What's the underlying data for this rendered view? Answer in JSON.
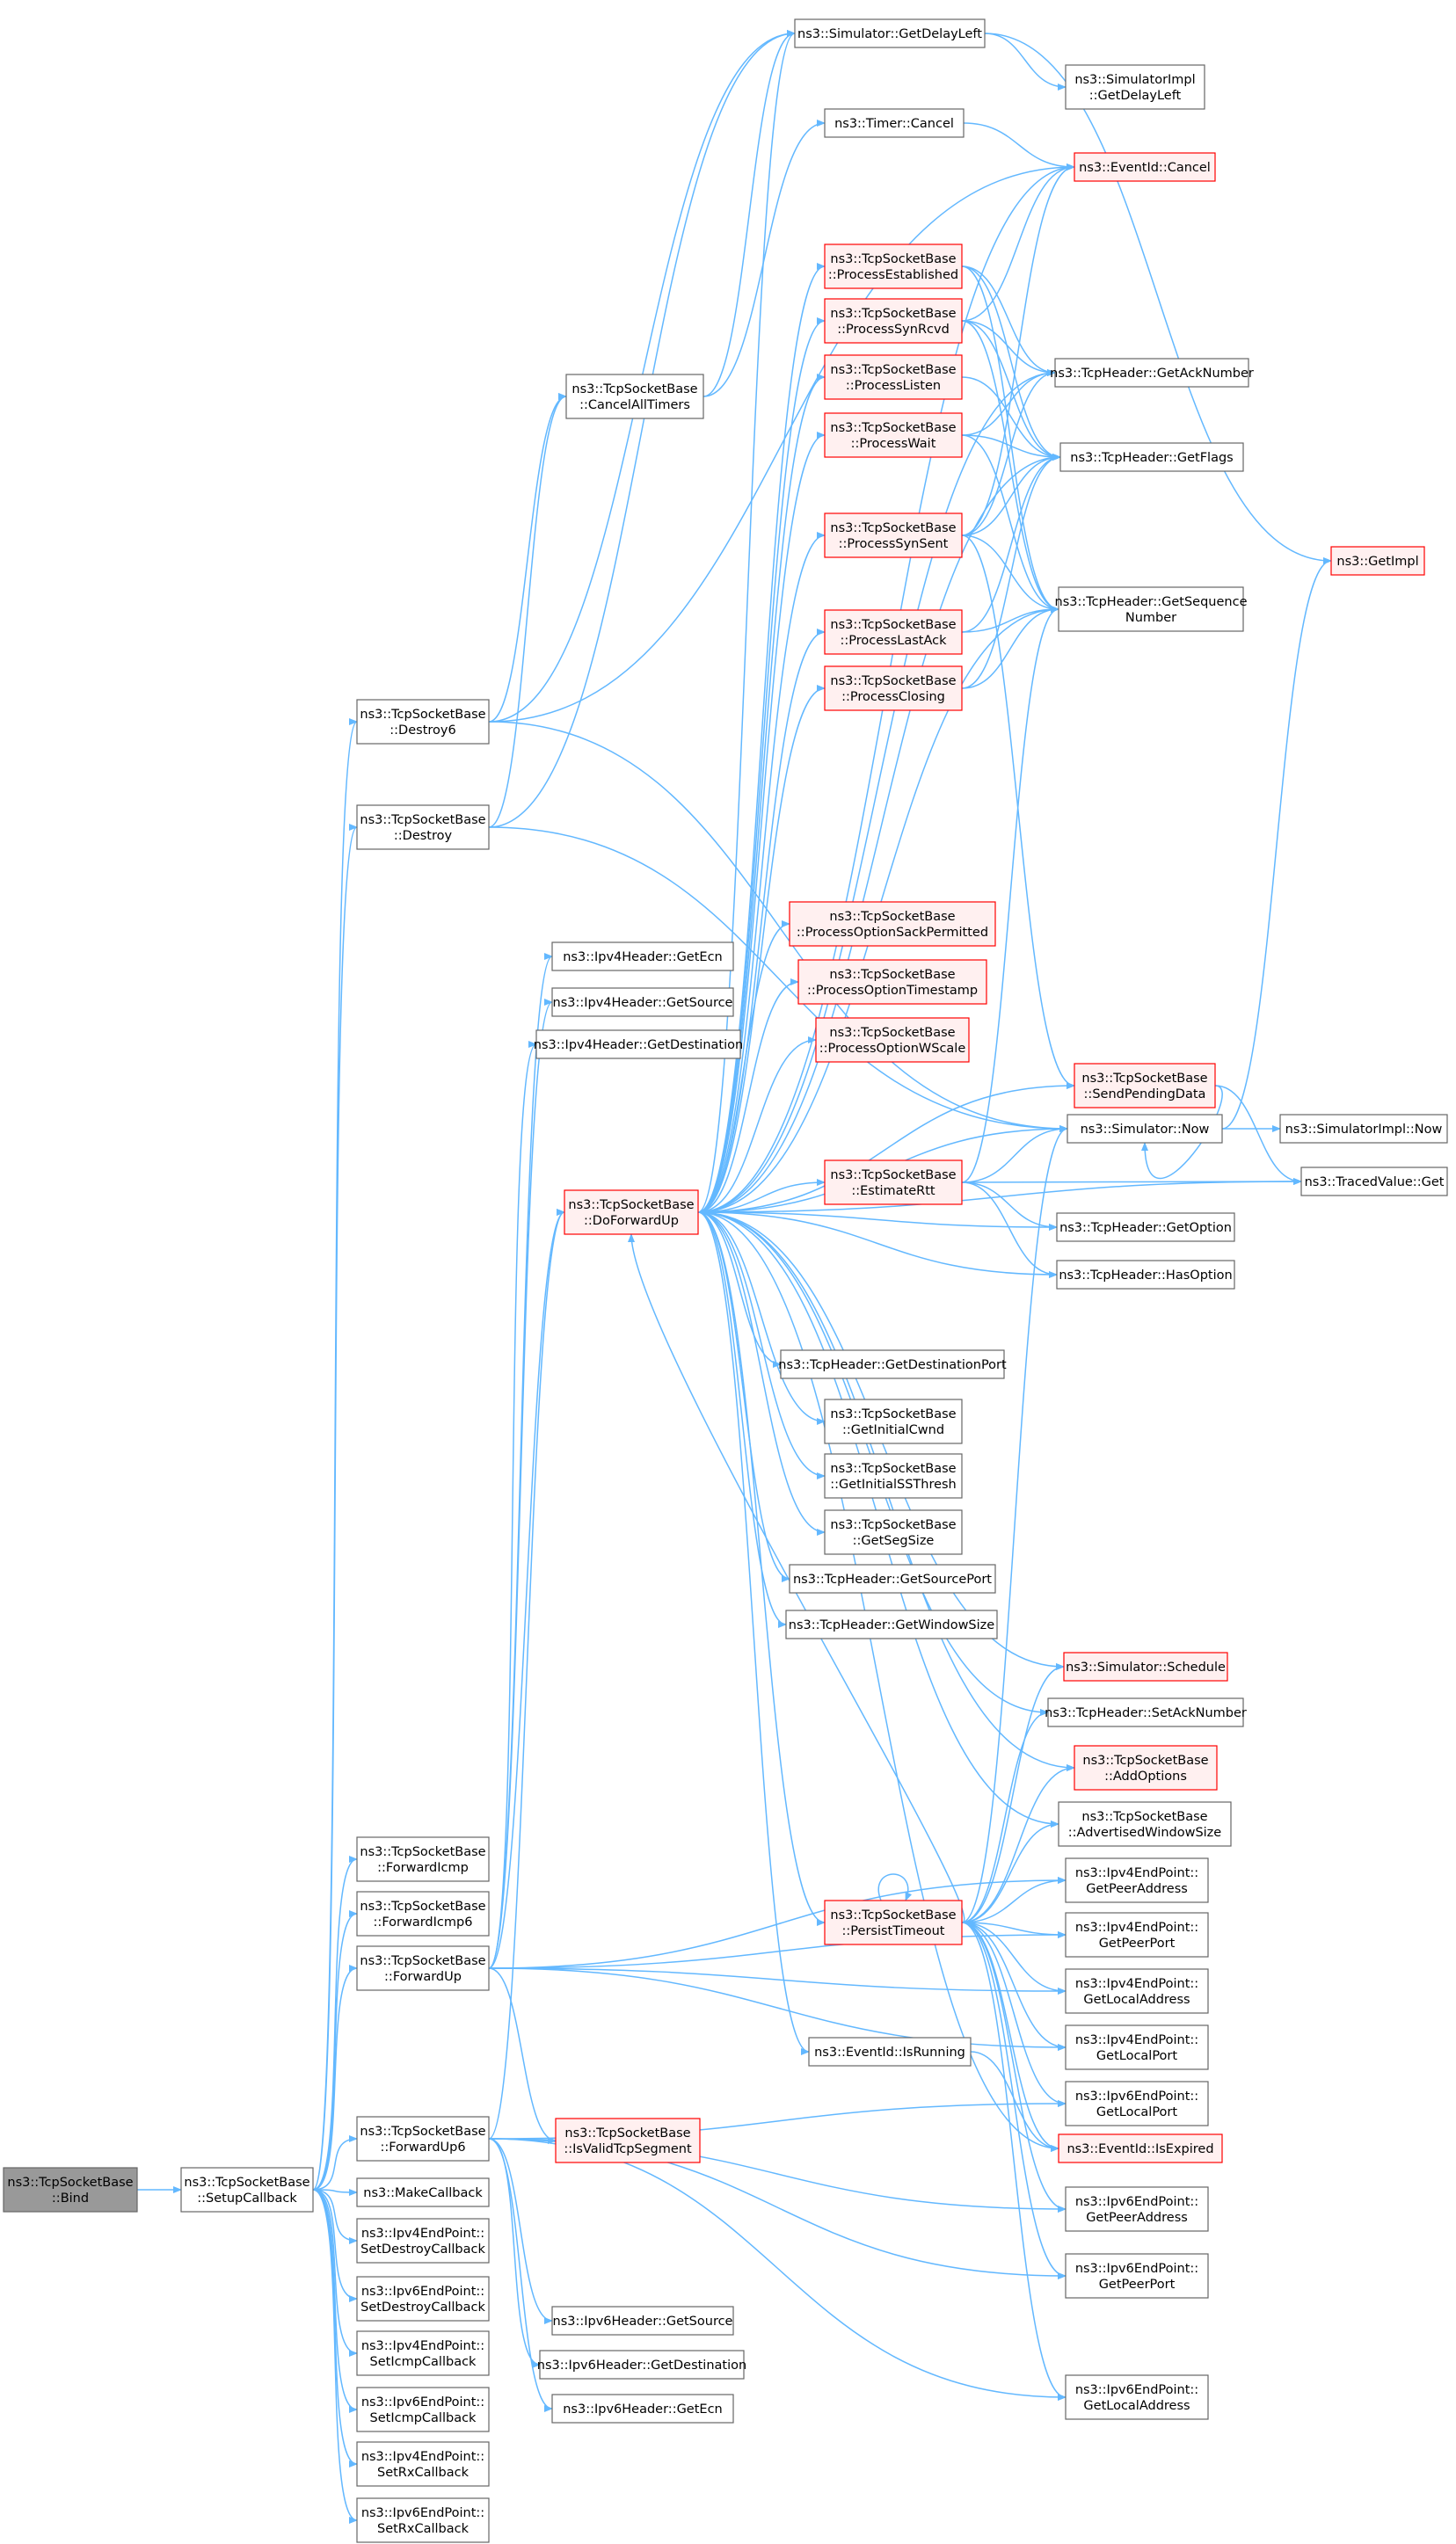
{
  "colors": {
    "edge": "#63b8ff",
    "node_border": "#666666",
    "node_fill": "#ffffff",
    "highlight_border": "#ff0000",
    "highlight_fill": "#fff0f0",
    "root_fill": "#999999",
    "root_border": "#666666"
  },
  "nodes": {
    "bind": {
      "lines": [
        "ns3::TcpSocketBase",
        "::Bind"
      ],
      "style": "root"
    },
    "setupcb": {
      "lines": [
        "ns3::TcpSocketBase",
        "::SetupCallback"
      ],
      "style": "normal"
    },
    "fwdicmp": {
      "lines": [
        "ns3::TcpSocketBase",
        "::ForwardIcmp"
      ],
      "style": "normal"
    },
    "fwdicmp6": {
      "lines": [
        "ns3::TcpSocketBase",
        "::ForwardIcmp6"
      ],
      "style": "normal"
    },
    "fwdup": {
      "lines": [
        "ns3::TcpSocketBase",
        "::ForwardUp"
      ],
      "style": "normal"
    },
    "fwdup6": {
      "lines": [
        "ns3::TcpSocketBase",
        "::ForwardUp6"
      ],
      "style": "normal"
    },
    "makecb": {
      "lines": [
        "ns3::MakeCallback"
      ],
      "style": "normal"
    },
    "ip4destroy": {
      "lines": [
        "ns3::Ipv4EndPoint::",
        "SetDestroyCallback"
      ],
      "style": "normal"
    },
    "ip6destroy": {
      "lines": [
        "ns3::Ipv6EndPoint::",
        "SetDestroyCallback"
      ],
      "style": "normal"
    },
    "ip4icmp": {
      "lines": [
        "ns3::Ipv4EndPoint::",
        "SetIcmpCallback"
      ],
      "style": "normal"
    },
    "ip6icmp": {
      "lines": [
        "ns3::Ipv6EndPoint::",
        "SetIcmpCallback"
      ],
      "style": "normal"
    },
    "ip4rx": {
      "lines": [
        "ns3::Ipv4EndPoint::",
        "SetRxCallback"
      ],
      "style": "normal"
    },
    "ip6rx": {
      "lines": [
        "ns3::Ipv6EndPoint::",
        "SetRxCallback"
      ],
      "style": "normal"
    },
    "destroy6": {
      "lines": [
        "ns3::TcpSocketBase",
        "::Destroy6"
      ],
      "style": "normal"
    },
    "destroy": {
      "lines": [
        "ns3::TcpSocketBase",
        "::Destroy"
      ],
      "style": "normal"
    },
    "cancelall": {
      "lines": [
        "ns3::TcpSocketBase",
        "::CancelAllTimers"
      ],
      "style": "normal"
    },
    "doforward": {
      "lines": [
        "ns3::TcpSocketBase",
        "::DoForwardUp"
      ],
      "style": "red"
    },
    "ip4getecn": {
      "lines": [
        "ns3::Ipv4Header::GetEcn"
      ],
      "style": "normal"
    },
    "ip4getsrc": {
      "lines": [
        "ns3::Ipv4Header::GetSource"
      ],
      "style": "normal"
    },
    "ip4getdst": {
      "lines": [
        "ns3::Ipv4Header::GetDestination"
      ],
      "style": "normal"
    },
    "isvalidseg": {
      "lines": [
        "ns3::TcpSocketBase",
        "::IsValidTcpSegment"
      ],
      "style": "red"
    },
    "ip6getsrc": {
      "lines": [
        "ns3::Ipv6Header::GetSource"
      ],
      "style": "normal"
    },
    "ip6getdst": {
      "lines": [
        "ns3::Ipv6Header::GetDestination"
      ],
      "style": "normal"
    },
    "ip6getecn": {
      "lines": [
        "ns3::Ipv6Header::GetEcn"
      ],
      "style": "normal"
    },
    "simdelay": {
      "lines": [
        "ns3::Simulator::GetDelayLeft"
      ],
      "style": "normal"
    },
    "timercancel": {
      "lines": [
        "ns3::Timer::Cancel"
      ],
      "style": "normal"
    },
    "simimpldelay": {
      "lines": [
        "ns3::SimulatorImpl",
        "::GetDelayLeft"
      ],
      "style": "normal"
    },
    "eventcancel": {
      "lines": [
        "ns3::EventId::Cancel"
      ],
      "style": "red"
    },
    "procest": {
      "lines": [
        "ns3::TcpSocketBase",
        "::ProcessEstablished"
      ],
      "style": "red"
    },
    "procsynrcvd": {
      "lines": [
        "ns3::TcpSocketBase",
        "::ProcessSynRcvd"
      ],
      "style": "red"
    },
    "proclisten": {
      "lines": [
        "ns3::TcpSocketBase",
        "::ProcessListen"
      ],
      "style": "red"
    },
    "procwait": {
      "lines": [
        "ns3::TcpSocketBase",
        "::ProcessWait"
      ],
      "style": "red"
    },
    "procsynsent": {
      "lines": [
        "ns3::TcpSocketBase",
        "::ProcessSynSent"
      ],
      "style": "red"
    },
    "proclastack": {
      "lines": [
        "ns3::TcpSocketBase",
        "::ProcessLastAck"
      ],
      "style": "red"
    },
    "procclosing": {
      "lines": [
        "ns3::TcpSocketBase",
        "::ProcessClosing"
      ],
      "style": "red"
    },
    "getacknum": {
      "lines": [
        "ns3::TcpHeader::GetAckNumber"
      ],
      "style": "normal"
    },
    "getflags": {
      "lines": [
        "ns3::TcpHeader::GetFlags"
      ],
      "style": "normal"
    },
    "getseqnum": {
      "lines": [
        "ns3::TcpHeader::GetSequence",
        "Number"
      ],
      "style": "normal"
    },
    "getimpl": {
      "lines": [
        "ns3::GetImpl"
      ],
      "style": "red"
    },
    "optsack": {
      "lines": [
        "ns3::TcpSocketBase",
        "::ProcessOptionSackPermitted"
      ],
      "style": "red"
    },
    "optts": {
      "lines": [
        "ns3::TcpSocketBase",
        "::ProcessOptionTimestamp"
      ],
      "style": "red"
    },
    "optwscale": {
      "lines": [
        "ns3::TcpSocketBase",
        "::ProcessOptionWScale"
      ],
      "style": "red"
    },
    "sendpending": {
      "lines": [
        "ns3::TcpSocketBase",
        "::SendPendingData"
      ],
      "style": "red"
    },
    "simnow": {
      "lines": [
        "ns3::Simulator::Now"
      ],
      "style": "normal"
    },
    "simimplnow": {
      "lines": [
        "ns3::SimulatorImpl::Now"
      ],
      "style": "normal"
    },
    "tracedget": {
      "lines": [
        "ns3::TracedValue::Get"
      ],
      "style": "normal"
    },
    "estimatertt": {
      "lines": [
        "ns3::TcpSocketBase",
        "::EstimateRtt"
      ],
      "style": "red"
    },
    "getoption": {
      "lines": [
        "ns3::TcpHeader::GetOption"
      ],
      "style": "normal"
    },
    "hasoption": {
      "lines": [
        "ns3::TcpHeader::HasOption"
      ],
      "style": "normal"
    },
    "getdstport": {
      "lines": [
        "ns3::TcpHeader::GetDestinationPort"
      ],
      "style": "normal"
    },
    "getinitcwnd": {
      "lines": [
        "ns3::TcpSocketBase",
        "::GetInitialCwnd"
      ],
      "style": "normal"
    },
    "getinitss": {
      "lines": [
        "ns3::TcpSocketBase",
        "::GetInitialSSThresh"
      ],
      "style": "normal"
    },
    "getsegsize": {
      "lines": [
        "ns3::TcpSocketBase",
        "::GetSegSize"
      ],
      "style": "normal"
    },
    "getsrcport": {
      "lines": [
        "ns3::TcpHeader::GetSourcePort"
      ],
      "style": "normal"
    },
    "getwinsize": {
      "lines": [
        "ns3::TcpHeader::GetWindowSize"
      ],
      "style": "normal"
    },
    "schedule": {
      "lines": [
        "ns3::Simulator::Schedule"
      ],
      "style": "red"
    },
    "setacknum": {
      "lines": [
        "ns3::TcpHeader::SetAckNumber"
      ],
      "style": "normal"
    },
    "addoptions": {
      "lines": [
        "ns3::TcpSocketBase",
        "::AddOptions"
      ],
      "style": "red"
    },
    "advwin": {
      "lines": [
        "ns3::TcpSocketBase",
        "::AdvertisedWindowSize"
      ],
      "style": "normal"
    },
    "persist": {
      "lines": [
        "ns3::TcpSocketBase",
        "::PersistTimeout"
      ],
      "style": "red"
    },
    "ip4peeraddr": {
      "lines": [
        "ns3::Ipv4EndPoint::",
        "GetPeerAddress"
      ],
      "style": "normal"
    },
    "ip4peerport": {
      "lines": [
        "ns3::Ipv4EndPoint::",
        "GetPeerPort"
      ],
      "style": "normal"
    },
    "ip4localaddr": {
      "lines": [
        "ns3::Ipv4EndPoint::",
        "GetLocalAddress"
      ],
      "style": "normal"
    },
    "ip4localport": {
      "lines": [
        "ns3::Ipv4EndPoint::",
        "GetLocalPort"
      ],
      "style": "normal"
    },
    "ip6localport": {
      "lines": [
        "ns3::Ipv6EndPoint::",
        "GetLocalPort"
      ],
      "style": "normal"
    },
    "isexpired": {
      "lines": [
        "ns3::EventId::IsExpired"
      ],
      "style": "red"
    },
    "ip6peeraddr": {
      "lines": [
        "ns3::Ipv6EndPoint::",
        "GetPeerAddress"
      ],
      "style": "normal"
    },
    "ip6peerport": {
      "lines": [
        "ns3::Ipv6EndPoint::",
        "GetPeerPort"
      ],
      "style": "normal"
    },
    "ip6localaddr": {
      "lines": [
        "ns3::Ipv6EndPoint::",
        "GetLocalAddress"
      ],
      "style": "normal"
    },
    "isrunning": {
      "lines": [
        "ns3::EventId::IsRunning"
      ],
      "style": "normal"
    }
  },
  "edges": [
    [
      "bind",
      "setupcb"
    ],
    [
      "setupcb",
      "fwdicmp"
    ],
    [
      "setupcb",
      "fwdicmp6"
    ],
    [
      "setupcb",
      "fwdup"
    ],
    [
      "setupcb",
      "fwdup6"
    ],
    [
      "setupcb",
      "makecb"
    ],
    [
      "setupcb",
      "ip4destroy"
    ],
    [
      "setupcb",
      "ip6destroy"
    ],
    [
      "setupcb",
      "ip4icmp"
    ],
    [
      "setupcb",
      "ip6icmp"
    ],
    [
      "setupcb",
      "ip4rx"
    ],
    [
      "setupcb",
      "ip6rx"
    ],
    [
      "setupcb",
      "destroy6"
    ],
    [
      "setupcb",
      "destroy"
    ],
    [
      "destroy6",
      "cancelall"
    ],
    [
      "destroy6",
      "simdelay"
    ],
    [
      "destroy6",
      "eventcancel"
    ],
    [
      "destroy6",
      "simnow"
    ],
    [
      "destroy",
      "cancelall"
    ],
    [
      "destroy",
      "simdelay"
    ],
    [
      "destroy",
      "simnow"
    ],
    [
      "cancelall",
      "simdelay"
    ],
    [
      "cancelall",
      "timercancel"
    ],
    [
      "simdelay",
      "simimpldelay"
    ],
    [
      "simdelay",
      "getimpl"
    ],
    [
      "timercancel",
      "eventcancel"
    ],
    [
      "fwdup",
      "doforward"
    ],
    [
      "fwdup",
      "ip4getecn"
    ],
    [
      "fwdup",
      "ip4getsrc"
    ],
    [
      "fwdup",
      "ip4getdst"
    ],
    [
      "fwdup",
      "isvalidseg"
    ],
    [
      "fwdup",
      "ip4peeraddr"
    ],
    [
      "fwdup",
      "ip4peerport"
    ],
    [
      "fwdup",
      "ip4localaddr"
    ],
    [
      "fwdup",
      "ip4localport"
    ],
    [
      "fwdup6",
      "doforward"
    ],
    [
      "fwdup6",
      "isvalidseg"
    ],
    [
      "fwdup6",
      "ip6getsrc"
    ],
    [
      "fwdup6",
      "ip6getdst"
    ],
    [
      "fwdup6",
      "ip6getecn"
    ],
    [
      "fwdup6",
      "ip6localport"
    ],
    [
      "fwdup6",
      "ip6peeraddr"
    ],
    [
      "fwdup6",
      "ip6peerport"
    ],
    [
      "fwdup6",
      "ip6localaddr"
    ],
    [
      "doforward",
      "procest"
    ],
    [
      "doforward",
      "procsynrcvd"
    ],
    [
      "doforward",
      "proclisten"
    ],
    [
      "doforward",
      "procwait"
    ],
    [
      "doforward",
      "procsynsent"
    ],
    [
      "doforward",
      "proclastack"
    ],
    [
      "doforward",
      "procclosing"
    ],
    [
      "doforward",
      "optsack"
    ],
    [
      "doforward",
      "optts"
    ],
    [
      "doforward",
      "optwscale"
    ],
    [
      "doforward",
      "sendpending"
    ],
    [
      "doforward",
      "simnow"
    ],
    [
      "doforward",
      "estimatertt"
    ],
    [
      "doforward",
      "getoption"
    ],
    [
      "doforward",
      "hasoption"
    ],
    [
      "doforward",
      "tracedget"
    ],
    [
      "doforward",
      "getdstport"
    ],
    [
      "doforward",
      "getinitcwnd"
    ],
    [
      "doforward",
      "getinitss"
    ],
    [
      "doforward",
      "getsegsize"
    ],
    [
      "doforward",
      "getsrcport"
    ],
    [
      "doforward",
      "getwinsize"
    ],
    [
      "doforward",
      "schedule"
    ],
    [
      "doforward",
      "setacknum"
    ],
    [
      "doforward",
      "addoptions"
    ],
    [
      "doforward",
      "advwin"
    ],
    [
      "doforward",
      "persist"
    ],
    [
      "doforward",
      "isrunning"
    ],
    [
      "doforward",
      "isexpired"
    ],
    [
      "doforward",
      "eventcancel"
    ],
    [
      "doforward",
      "simdelay"
    ],
    [
      "doforward",
      "getacknum"
    ],
    [
      "doforward",
      "getflags"
    ],
    [
      "doforward",
      "getseqnum"
    ],
    [
      "procest",
      "getacknum"
    ],
    [
      "procest",
      "getflags"
    ],
    [
      "procest",
      "getseqnum"
    ],
    [
      "procsynrcvd",
      "eventcancel"
    ],
    [
      "procsynrcvd",
      "getacknum"
    ],
    [
      "procsynrcvd",
      "getflags"
    ],
    [
      "procsynrcvd",
      "getseqnum"
    ],
    [
      "proclisten",
      "getflags"
    ],
    [
      "procwait",
      "getacknum"
    ],
    [
      "procwait",
      "getflags"
    ],
    [
      "procwait",
      "getseqnum"
    ],
    [
      "procsynsent",
      "eventcancel"
    ],
    [
      "procsynsent",
      "getacknum"
    ],
    [
      "procsynsent",
      "getflags"
    ],
    [
      "procsynsent",
      "getseqnum"
    ],
    [
      "procsynsent",
      "sendpending"
    ],
    [
      "proclastack",
      "getflags"
    ],
    [
      "proclastack",
      "getseqnum"
    ],
    [
      "procclosing",
      "getflags"
    ],
    [
      "procclosing",
      "getseqnum"
    ],
    [
      "sendpending",
      "simnow"
    ],
    [
      "sendpending",
      "tracedget"
    ],
    [
      "simnow",
      "getimpl"
    ],
    [
      "simnow",
      "simimplnow"
    ],
    [
      "estimatertt",
      "simnow"
    ],
    [
      "estimatertt",
      "tracedget"
    ],
    [
      "estimatertt",
      "getoption"
    ],
    [
      "estimatertt",
      "hasoption"
    ],
    [
      "estimatertt",
      "getseqnum"
    ],
    [
      "persist",
      "simnow"
    ],
    [
      "persist",
      "schedule"
    ],
    [
      "persist",
      "setacknum"
    ],
    [
      "persist",
      "addoptions"
    ],
    [
      "persist",
      "advwin"
    ],
    [
      "persist",
      "ip4peeraddr"
    ],
    [
      "persist",
      "ip4peerport"
    ],
    [
      "persist",
      "ip4localaddr"
    ],
    [
      "persist",
      "ip4localport"
    ],
    [
      "persist",
      "ip6localport"
    ],
    [
      "persist",
      "isexpired"
    ],
    [
      "persist",
      "ip6peeraddr"
    ],
    [
      "persist",
      "ip6peerport"
    ],
    [
      "persist",
      "ip6localaddr"
    ],
    [
      "persist",
      "doforward"
    ],
    [
      "persist",
      "persist"
    ],
    [
      "isrunning",
      "isexpired"
    ]
  ]
}
